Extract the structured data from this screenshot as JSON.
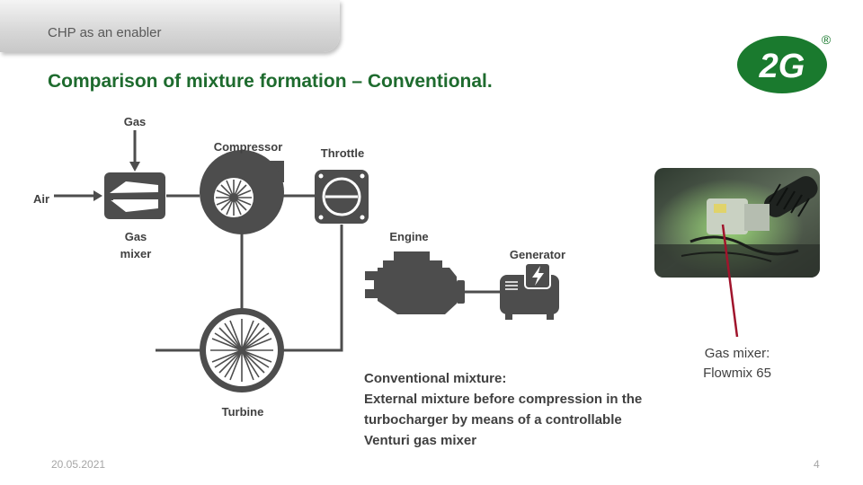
{
  "header": {
    "section": "CHP as an enabler"
  },
  "slide": {
    "title": "Comparison of mixture formation – Conventional."
  },
  "logo": {
    "text": "2G",
    "registered": "®",
    "green": "#1a7a2e"
  },
  "diagram": {
    "labels": {
      "gas": "Gas",
      "air": "Air",
      "gas_mixer_line1": "Gas",
      "gas_mixer_line2": "mixer",
      "compressor": "Compressor",
      "throttle": "Throttle",
      "engine": "Engine",
      "generator": "Generator",
      "turbine": "Turbine"
    },
    "icon_color": "#4d4d4d"
  },
  "description": {
    "line1": "Conventional mixture:",
    "line2": "External mixture before compression in the",
    "line3": "turbocharger by means of a controllable",
    "line4": "Venturi gas mixer"
  },
  "photo_caption": {
    "line1": "Gas mixer:",
    "line2": "Flowmix 65"
  },
  "footer": {
    "date": "20.05.2021",
    "page": "4"
  }
}
